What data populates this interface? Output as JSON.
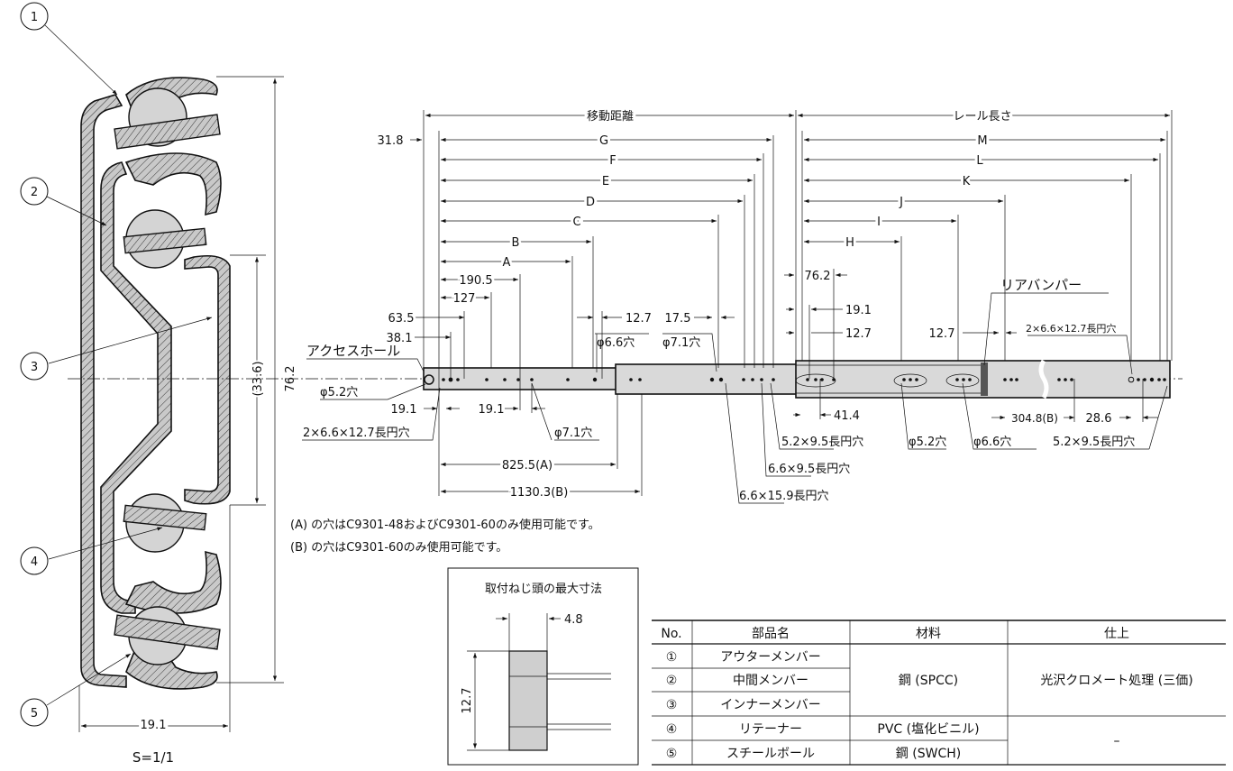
{
  "section_view": {
    "part_numbers": [
      "1",
      "2",
      "3",
      "4",
      "5"
    ],
    "dim_height": "76.2",
    "dim_inner": "(33.6)",
    "dim_width": "19.1",
    "scale": "S=1/1"
  },
  "rail_view": {
    "travel_label": "移動距離",
    "rail_length_label": "レール長さ",
    "dim_31_8": "31.8",
    "left_dims": {
      "G": "G",
      "F": "F",
      "E": "E",
      "D": "D",
      "C": "C",
      "B": "B",
      "A": "A",
      "d190": "190.5",
      "d127": "127",
      "d63": "63.5",
      "d38": "38.1",
      "d12_7": "12.7",
      "d17_5": "17.5",
      "d19a": "19.1",
      "d19b": "19.1"
    },
    "right_dims": {
      "M": "M",
      "L": "L",
      "K": "K",
      "J": "J",
      "I": "I",
      "H": "H",
      "d76": "76.2",
      "d19": "19.1",
      "d12a": "12.7",
      "d12b": "12.7",
      "d41": "41.4",
      "d304": "304.8(B)",
      "d28": "28.6"
    },
    "bottom_dims": {
      "a": "825.5(A)",
      "b": "1130.3(B)"
    },
    "callouts": {
      "access_hole": "アクセスホール",
      "hole52_left": "φ5.2穴",
      "slot_left": "2×6.6×12.7長円穴",
      "hole66_top": "φ6.6穴",
      "hole71_top": "φ7.1穴",
      "hole71_bottom": "φ7.1穴",
      "slot52_95": "5.2×9.5長円穴",
      "slot66_95": "6.6×9.5長円穴",
      "slot66_159": "6.6×15.9長円穴",
      "hole52_right": "φ5.2穴",
      "hole66_right": "φ6.6穴",
      "slot52_95_right": "5.2×9.5長円穴",
      "rear_bumper": "リアバンパー",
      "slot_right": "2×6.6×12.7長円穴"
    }
  },
  "notes": [
    "(A) の穴はC9301-48およびC9301-60のみ使用可能です。",
    "(B) の穴はC9301-60のみ使用可能です。"
  ],
  "screw_box": {
    "title": "取付ねじ頭の最大寸法",
    "width": "4.8",
    "height": "12.7"
  },
  "parts_table": {
    "headers": [
      "No.",
      "部品名",
      "材料",
      "仕上"
    ],
    "rows": [
      {
        "no": "①",
        "name": "アウターメンバー"
      },
      {
        "no": "②",
        "name": "中間メンバー"
      },
      {
        "no": "③",
        "name": "インナーメンバー"
      },
      {
        "no": "④",
        "name": "リテーナー",
        "material": "PVC (塩化ビニル)"
      },
      {
        "no": "⑤",
        "name": "スチールボール",
        "material": "鋼 (SWCH)"
      }
    ],
    "material_group": "鋼 (SPCC)",
    "finish_group": "光沢クロメート処理 (三価)",
    "finish_none": "–"
  }
}
